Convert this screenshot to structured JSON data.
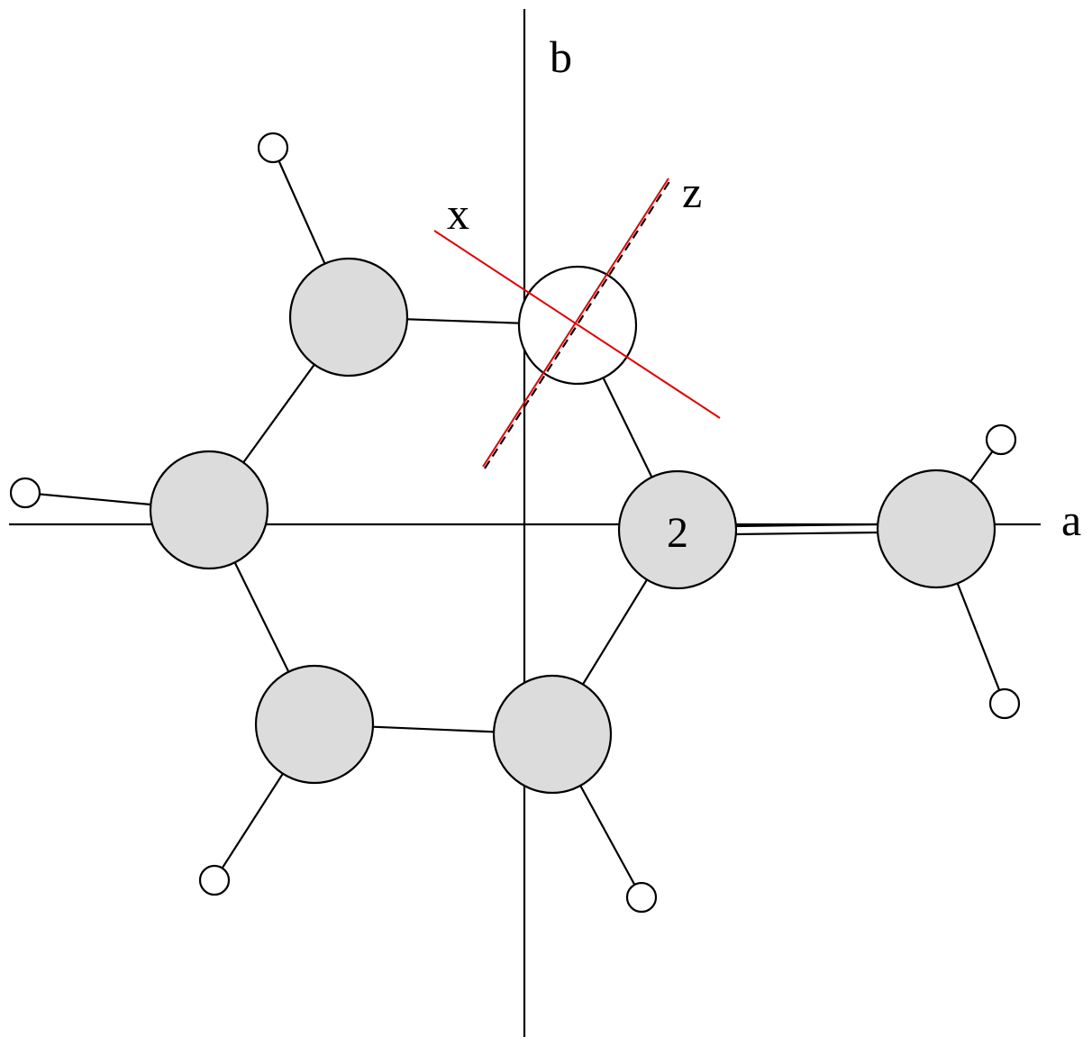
{
  "axes": {
    "a_label": "a",
    "b_label": "b",
    "x_label": "x",
    "z_label": "z"
  },
  "atoms": {
    "substituted_carbon_label": "2"
  },
  "colors": {
    "carbon_fill": "#dcdcdc",
    "highlight_axes": "#e00000",
    "line": "#000000",
    "background": "#ffffff"
  }
}
